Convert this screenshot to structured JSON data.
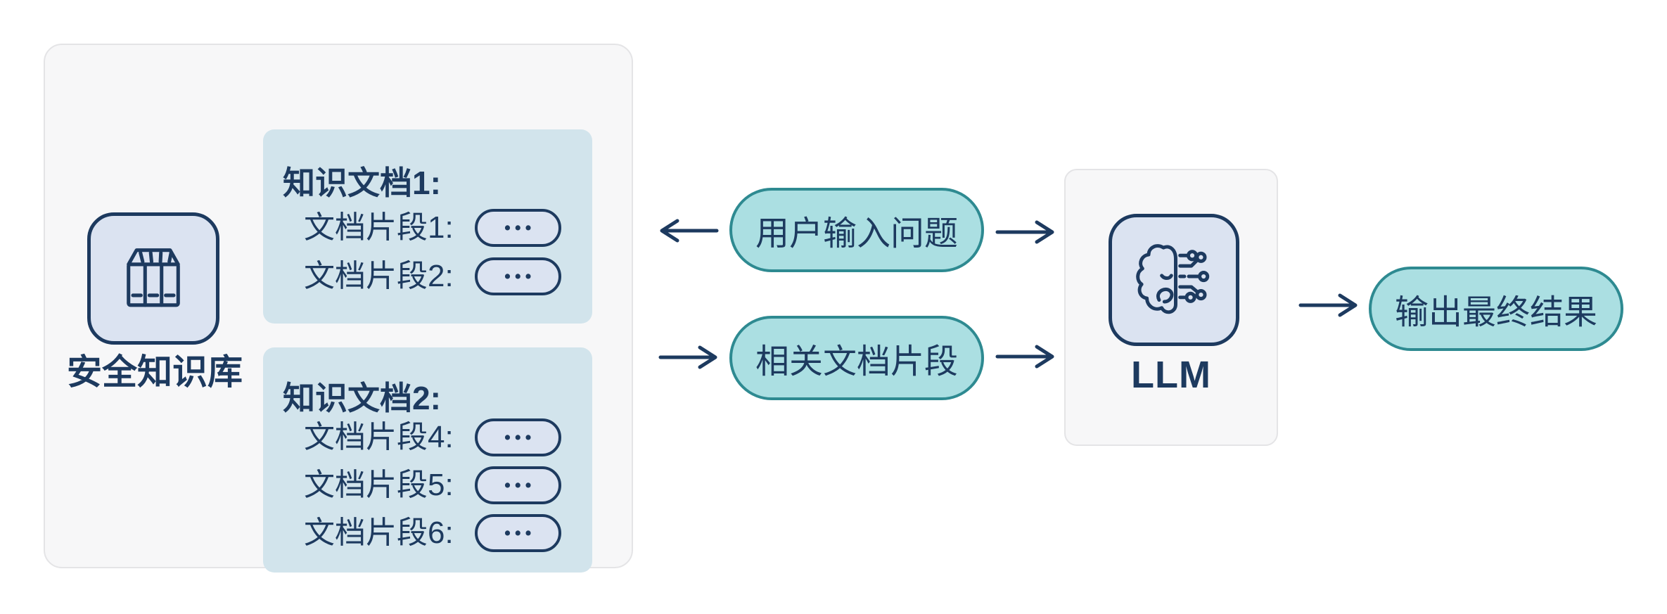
{
  "palette": {
    "navy": "#1d3a5f",
    "teal_border": "#2e8a91",
    "teal_fill": "#abdfe2",
    "card_blue": "#d2e4ec",
    "icon_fill": "#dbe3f1",
    "panel_bg": "#f7f7f8",
    "panel_border": "#e4e4e6",
    "page_bg": "#ffffff"
  },
  "knowledge_base": {
    "label": "安全知识库",
    "icon": "books-icon",
    "documents": [
      {
        "title": "知识文档1:",
        "fragments": [
          {
            "label": "文档片段1:",
            "ellipsis": "•••"
          },
          {
            "label": "文档片段2:",
            "ellipsis": "•••"
          }
        ]
      },
      {
        "title": "知识文档2:",
        "fragments": [
          {
            "label": "文档片段4:",
            "ellipsis": "•••"
          },
          {
            "label": "文档片段5:",
            "ellipsis": "•••"
          },
          {
            "label": "文档片段6:",
            "ellipsis": "•••"
          }
        ]
      }
    ]
  },
  "flow": {
    "user_query": {
      "label": "用户输入问题"
    },
    "related_fragments": {
      "label": "相关文档片段"
    },
    "output": {
      "label": "输出最终结果"
    }
  },
  "llm": {
    "label": "LLM",
    "icon": "brain-circuit-icon"
  },
  "edges": [
    {
      "from": "user-query-pill",
      "to": "knowledge-base-panel",
      "direction": "left"
    },
    {
      "from": "knowledge-base-panel",
      "to": "related-fragments-pill",
      "direction": "right"
    },
    {
      "from": "user-query-pill",
      "to": "llm-panel",
      "direction": "right"
    },
    {
      "from": "related-fragments-pill",
      "to": "llm-panel",
      "direction": "right"
    },
    {
      "from": "llm-panel",
      "to": "output-pill",
      "direction": "right"
    }
  ]
}
